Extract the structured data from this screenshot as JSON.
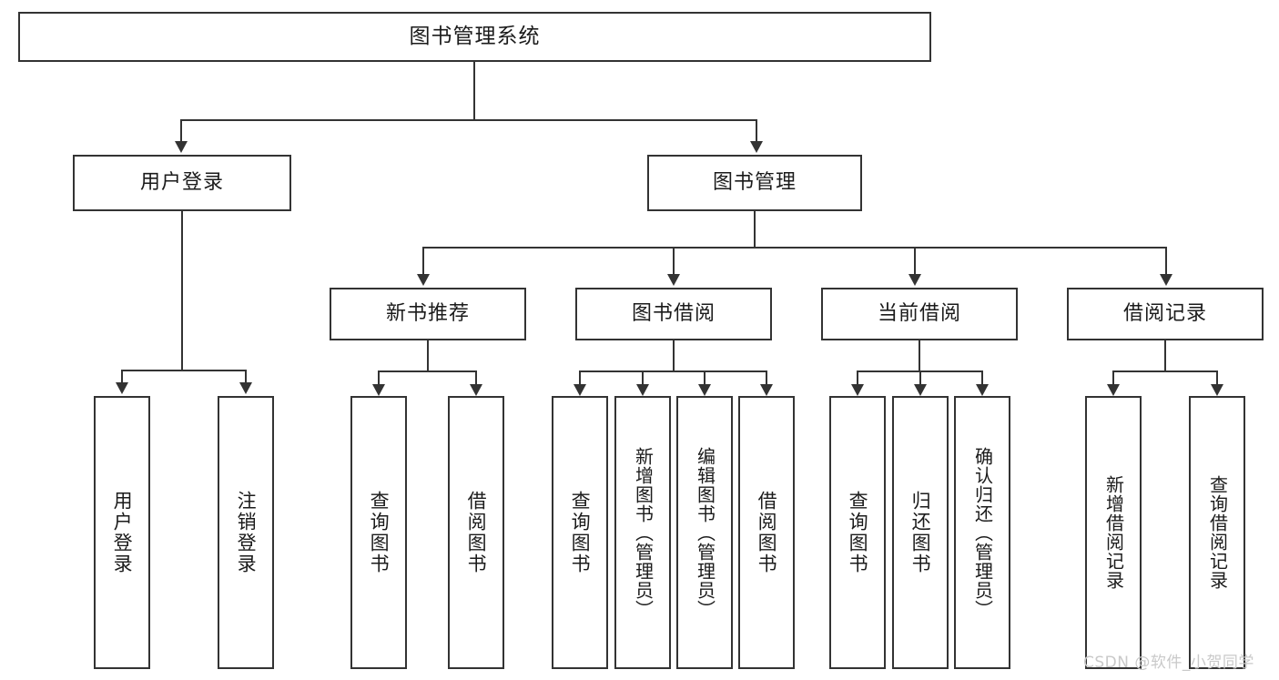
{
  "diagram": {
    "title": "图书管理系统",
    "type": "hierarchy-tree",
    "colors": {
      "line": "#333333",
      "box_fill": "#ffffff",
      "text": "#1b1b1b",
      "watermark": "#c9c9c9",
      "background": "#ffffff"
    },
    "levels": {
      "root": {
        "label": "图书管理系统"
      },
      "level2": [
        {
          "id": "user-login",
          "label": "用户登录"
        },
        {
          "id": "book-manage",
          "label": "图书管理"
        }
      ],
      "level3": [
        {
          "id": "new-book-rec",
          "label": "新书推荐",
          "parent": "book-manage"
        },
        {
          "id": "book-borrow",
          "label": "图书借阅",
          "parent": "book-manage"
        },
        {
          "id": "current-borrow",
          "label": "当前借阅",
          "parent": "book-manage"
        },
        {
          "id": "borrow-record",
          "label": "借阅记录",
          "parent": "book-manage"
        }
      ],
      "leaves": [
        {
          "id": "leaf-user-login",
          "label": "用户登录",
          "parent": "user-login"
        },
        {
          "id": "leaf-logout",
          "label": "注销登录",
          "parent": "user-login"
        },
        {
          "id": "leaf-query-book-1",
          "label": "查询图书",
          "parent": "new-book-rec"
        },
        {
          "id": "leaf-borrow-book-1",
          "label": "借阅图书",
          "parent": "new-book-rec"
        },
        {
          "id": "leaf-query-book-2",
          "label": "查询图书",
          "parent": "book-borrow"
        },
        {
          "id": "leaf-add-book",
          "label": "新增图书（管理员）",
          "parent": "book-borrow"
        },
        {
          "id": "leaf-edit-book",
          "label": "编辑图书（管理员）",
          "parent": "book-borrow"
        },
        {
          "id": "leaf-borrow-book-2",
          "label": "借阅图书",
          "parent": "book-borrow"
        },
        {
          "id": "leaf-query-book-3",
          "label": "查询图书",
          "parent": "current-borrow"
        },
        {
          "id": "leaf-return-book",
          "label": "归还图书",
          "parent": "current-borrow"
        },
        {
          "id": "leaf-confirm-return",
          "label": "确认归还（管理员）",
          "parent": "current-borrow"
        },
        {
          "id": "leaf-add-record",
          "label": "新增借阅记录",
          "parent": "borrow-record"
        },
        {
          "id": "leaf-query-record",
          "label": "查询借阅记录",
          "parent": "borrow-record"
        }
      ]
    },
    "watermark": "CSDN @软件_小贺同学"
  }
}
